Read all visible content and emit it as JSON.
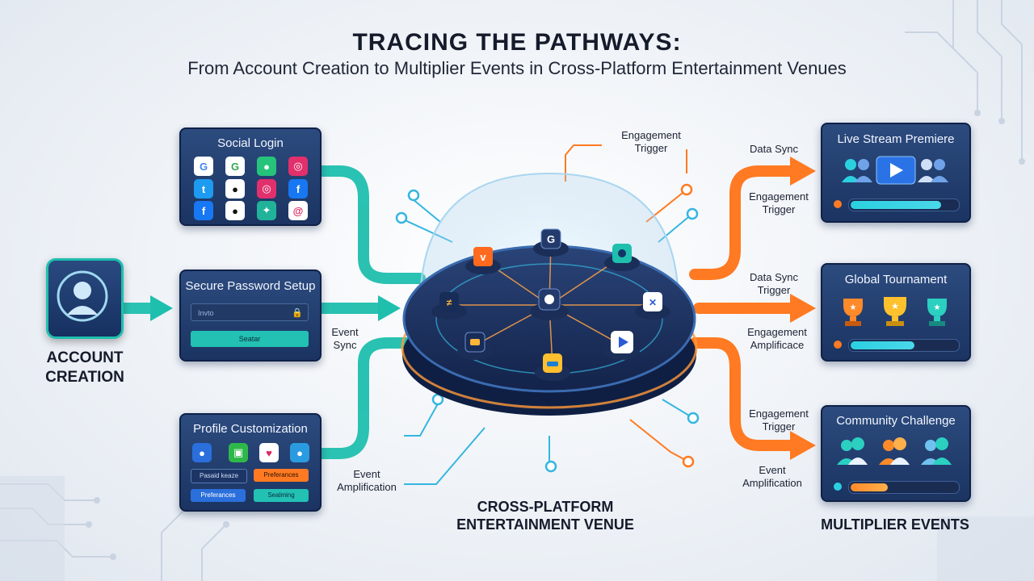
{
  "title": {
    "main": "TRACING THE PATHWAYS:",
    "subtitle": "From Account Creation to Multiplier Events in Cross-Platform Entertainment Venues"
  },
  "account_creation": {
    "label": "ACCOUNT CREATION",
    "icon": "user-avatar-icon"
  },
  "social_login": {
    "title": "Social Login",
    "icons": [
      "google-icon",
      "google-icon",
      "messaging-icon",
      "instagram-icon",
      "twitter-icon",
      "apple-icon",
      "instagram-icon",
      "facebook-icon",
      "facebook-icon",
      "apple-icon",
      "chat-icon",
      "spiral-icon"
    ]
  },
  "password_setup": {
    "title": "Secure Password Setup",
    "field_text": "Invto",
    "button_label": "Seatar"
  },
  "profile": {
    "title": "Profile Customization",
    "buttons": [
      "Pasaid keaze",
      "Preferances",
      "Preferances",
      "Sealming"
    ]
  },
  "left_flows": {
    "event_sync": "Event Sync",
    "event_amplification": "Event Amplification"
  },
  "venue": {
    "label_line1": "CROSS-PLATFORM",
    "label_line2": "ENTERTAINMENT VENUE",
    "engagement_trigger": "Engagement Trigger"
  },
  "right_flows": {
    "data_sync_1": "Data Sync",
    "engagement_trigger_1": "Engagement Trigger",
    "data_sync_trigger": "Data Sync Trigger",
    "engagement_amplification": "Engagement Amplificace",
    "engagement_trigger_2": "Engagement Trigger",
    "event_amplification": "Event Amplification"
  },
  "multiplier_events": {
    "label": "MULTIPLIER EVENTS",
    "live_stream": {
      "title": "Live Stream Premiere",
      "progress": 0.85
    },
    "tournament": {
      "title": "Global Tournament",
      "progress": 0.6
    },
    "community": {
      "title": "Community Challenge",
      "progress": 0.35
    }
  },
  "colors": {
    "teal": "#1fbfae",
    "orange": "#ff7a22",
    "navy": "#1b3462"
  }
}
